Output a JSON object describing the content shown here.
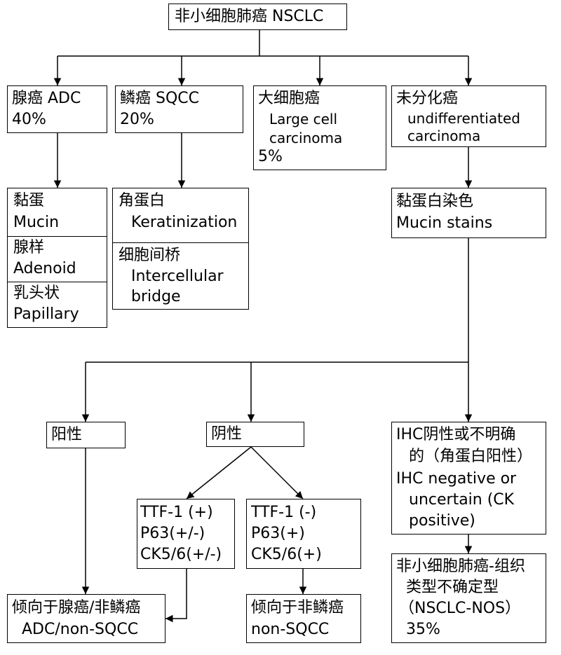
{
  "root": {
    "label": "非小细胞肺癌 NSCLC"
  },
  "adc": {
    "name": "腺癌 ADC",
    "pct": "40%"
  },
  "sqcc": {
    "name": "鳞癌 SQCC",
    "pct": "20%"
  },
  "large": {
    "name": "大细胞癌",
    "en1": "Large cell",
    "en2": "carcinoma",
    "pct": "5%"
  },
  "undiff": {
    "name": "未分化癌",
    "en1": "undifferentiated",
    "en2": "carcinoma"
  },
  "adc_features": [
    {
      "cn": "黏蛋",
      "en": "Mucin"
    },
    {
      "cn": "腺样",
      "en": "Adenoid"
    },
    {
      "cn": "乳头状",
      "en": "Papillary"
    }
  ],
  "sqcc_features": [
    {
      "cn": "角蛋白",
      "en": "Keratinization"
    },
    {
      "cn": "细胞间桥",
      "en1": "Intercellular",
      "en2": "bridge"
    }
  ],
  "mucin_stain": {
    "cn": "黏蛋白染色",
    "en": "Mucin stains"
  },
  "positive": {
    "label": "阳性"
  },
  "negative": {
    "label": "阴性"
  },
  "ihc": {
    "cn1": "IHC阴性或不明确",
    "cn2": "的（角蛋白阳性）",
    "en1": "IHC negative or",
    "en2": "uncertain (CK",
    "en3": "positive)"
  },
  "ttf_pos": {
    "l1": "TTF-1 (+)",
    "l2": "P63(+/-)",
    "l3": "CK5/6(+/-)"
  },
  "ttf_neg": {
    "l1": "TTF-1 (-)",
    "l2": "P63(+)",
    "l3": "CK5/6(+)"
  },
  "favor_adc": {
    "cn": "倾向于腺癌/非鳞癌",
    "en": "ADC/non-SQCC"
  },
  "favor_nonsq": {
    "cn": "倾向于非鳞癌",
    "en": "non-SQCC"
  },
  "nos": {
    "cn1": "非小细胞肺癌-组织",
    "cn2": "类型不确定型",
    "en": "（NSCLC-NOS）",
    "pct": "35%"
  }
}
